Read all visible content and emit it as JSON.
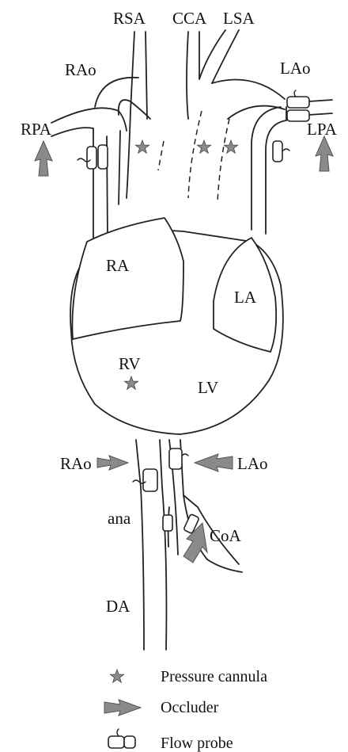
{
  "labels": {
    "rsa": "RSA",
    "cca": "CCA",
    "lsa": "LSA",
    "rao_top": "RAo",
    "lao_top": "LAo",
    "rpa": "RPA",
    "lpa": "LPA",
    "ra": "RA",
    "la": "LA",
    "rv": "RV",
    "lv": "LV",
    "rao_bottom": "RAo",
    "lao_bottom": "LAo",
    "ana": "ana",
    "coa": "CoA",
    "da": "DA"
  },
  "legend": {
    "pressure": "Pressure cannula",
    "occluder": "Occluder",
    "flow": "Flow probe"
  },
  "colors": {
    "marker_fill": "#8a8a8a",
    "line": "#222222"
  }
}
